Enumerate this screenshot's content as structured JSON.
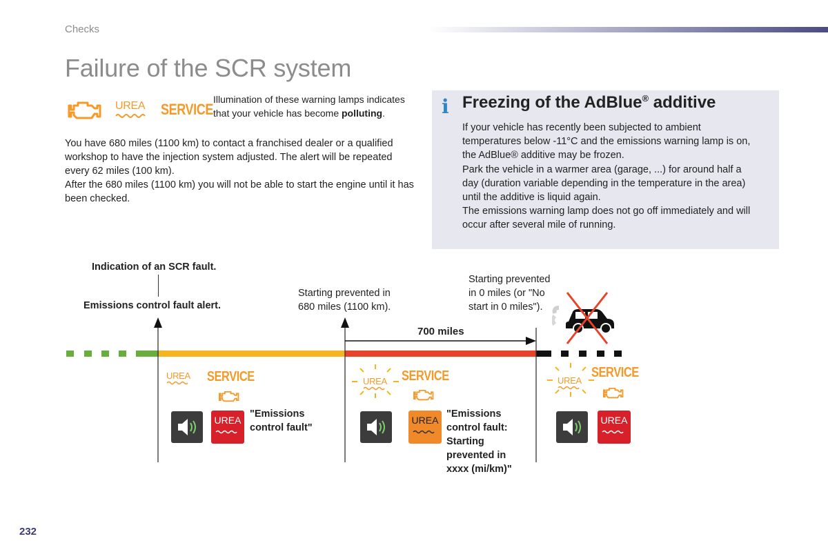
{
  "header": {
    "section": "Checks",
    "page_number": "232"
  },
  "title": "Failure of the SCR system",
  "lamps": {
    "urea_label": "UREA",
    "service_label": "SERVICE",
    "engine_icon": "engine-warning-icon"
  },
  "lamp_note": {
    "text": "Illumination of these warning lamps indicates that your vehicle has become ",
    "bold": "polluting",
    "end": "."
  },
  "paragraphs": [
    "You have 680 miles (1100 km) to contact a franchised dealer or a qualified workshop to have the injection system adjusted. The alert will be repeated every 62 miles (100 km).",
    "After the 680 miles (1100 km) you will not be able to start the engine until it has been checked."
  ],
  "info": {
    "icon": "i",
    "title": "Freezing of the AdBlue",
    "title_sup": "®",
    "title_end": " additive",
    "lines": [
      "If your vehicle has recently been subjected to ambient",
      "temperatures below -11°C and the emissions warning lamp is on,",
      "the AdBlue® additive may be frozen.",
      "Park the vehicle in a warmer area (garage, ...) for around half a",
      "day (duration variable depending in the temperature in the area)",
      "until the additive is liquid again.",
      "The emissions warning lamp does not go off immediately and will",
      "occur after several mile of running."
    ]
  },
  "timeline": {
    "indication_label": "Indication of an SCR fault.",
    "alert_label": "Emissions control fault alert.",
    "prevented_680_line1": "Starting prevented in",
    "prevented_680_line2": "680 miles (1100 km).",
    "prevented_0_line1": "Starting prevented",
    "prevented_0_line2": "in 0 miles (or \"No",
    "prevented_0_line3": "start in 0 miles\").",
    "distance_label": "700 miles",
    "msg1_line1": "\"Emissions",
    "msg1_line2": "control fault\"",
    "msg2_line1": "\"Emissions",
    "msg2_line2": "control fault:",
    "msg2_line3": "Starting",
    "msg2_line4": "prevented in",
    "msg2_line5": "xxxx (mi/km)\"",
    "colors": {
      "green": "#6aad3f",
      "yellow": "#f5b520",
      "red": "#e8432a",
      "black": "#111111",
      "urea_red": "#d7202a",
      "urea_orange": "#f0892a"
    }
  }
}
